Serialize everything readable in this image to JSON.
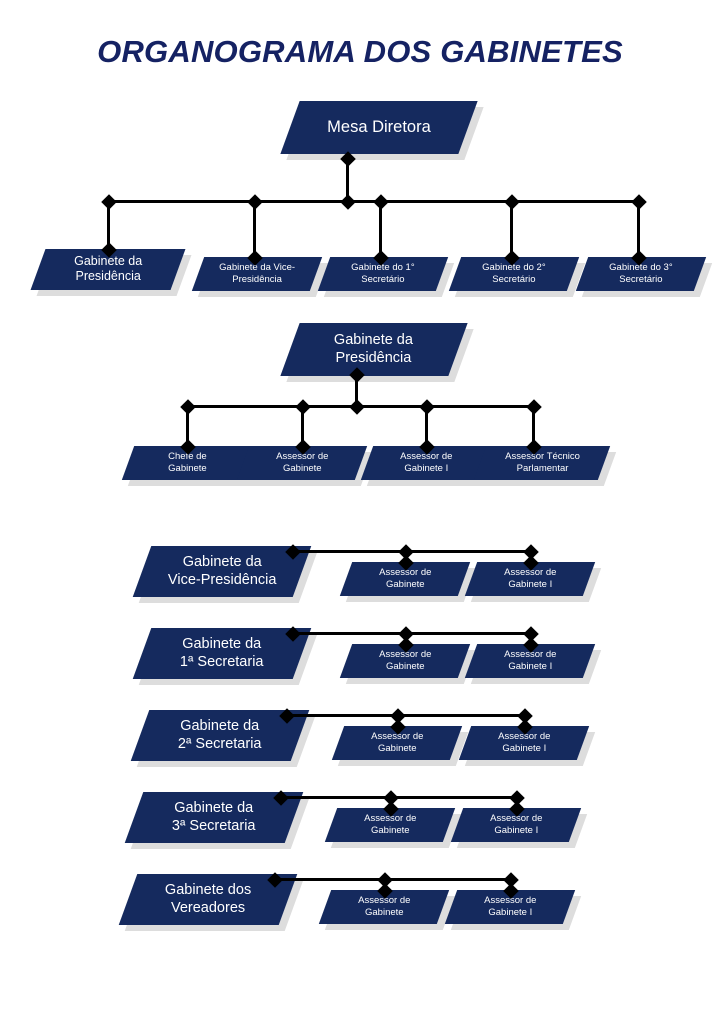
{
  "title": "ORGANOGRAMA DOS GABINETES",
  "colors": {
    "node_fill": "#152a5e",
    "node_text": "#ffffff",
    "shadow": "#dddddd",
    "connector": "#000000",
    "title": "#152263",
    "background": "#ffffff"
  },
  "level0": {
    "mesa_diretora": "Mesa Diretora"
  },
  "level1": {
    "items": [
      {
        "label": "Gabinete da\nPresidência"
      },
      {
        "label": "Gabinete da Vice-\nPresidência"
      },
      {
        "label": "Gabinete do 1°\nSecretário"
      },
      {
        "label": "Gabinete do 2°\nSecretário"
      },
      {
        "label": "Gabinete do 3°\nSecretário"
      }
    ]
  },
  "presidencia_section": {
    "parent": "Gabinete da\nPresidência",
    "children": [
      {
        "label": "Chefe de\nGabinete"
      },
      {
        "label": "Assessor de\nGabinete"
      },
      {
        "label": "Assessor de\nGabinete I"
      },
      {
        "label": "Assessor Técnico\nParlamentar"
      }
    ]
  },
  "gabinete_rows": [
    {
      "parent": "Gabinete da\nVice-Presidência",
      "children": [
        {
          "label": "Assessor de\nGabinete"
        },
        {
          "label": "Assessor de\nGabinete I"
        }
      ]
    },
    {
      "parent": "Gabinete da\n1ª Secretaria",
      "children": [
        {
          "label": "Assessor de\nGabinete"
        },
        {
          "label": "Assessor de\nGabinete I"
        }
      ]
    },
    {
      "parent": "Gabinete da\n2ª Secretaria",
      "children": [
        {
          "label": "Assessor de\nGabinete"
        },
        {
          "label": "Assessor de\nGabinete I"
        }
      ]
    },
    {
      "parent": "Gabinete da\n3ª Secretaria",
      "children": [
        {
          "label": "Assessor de\nGabinete"
        },
        {
          "label": "Assessor de\nGabinete I"
        }
      ]
    },
    {
      "parent": "Gabinete dos\nVereadores",
      "children": [
        {
          "label": "Assessor de\nGabinete"
        },
        {
          "label": "Assessor de\nGabinete I"
        }
      ]
    }
  ]
}
